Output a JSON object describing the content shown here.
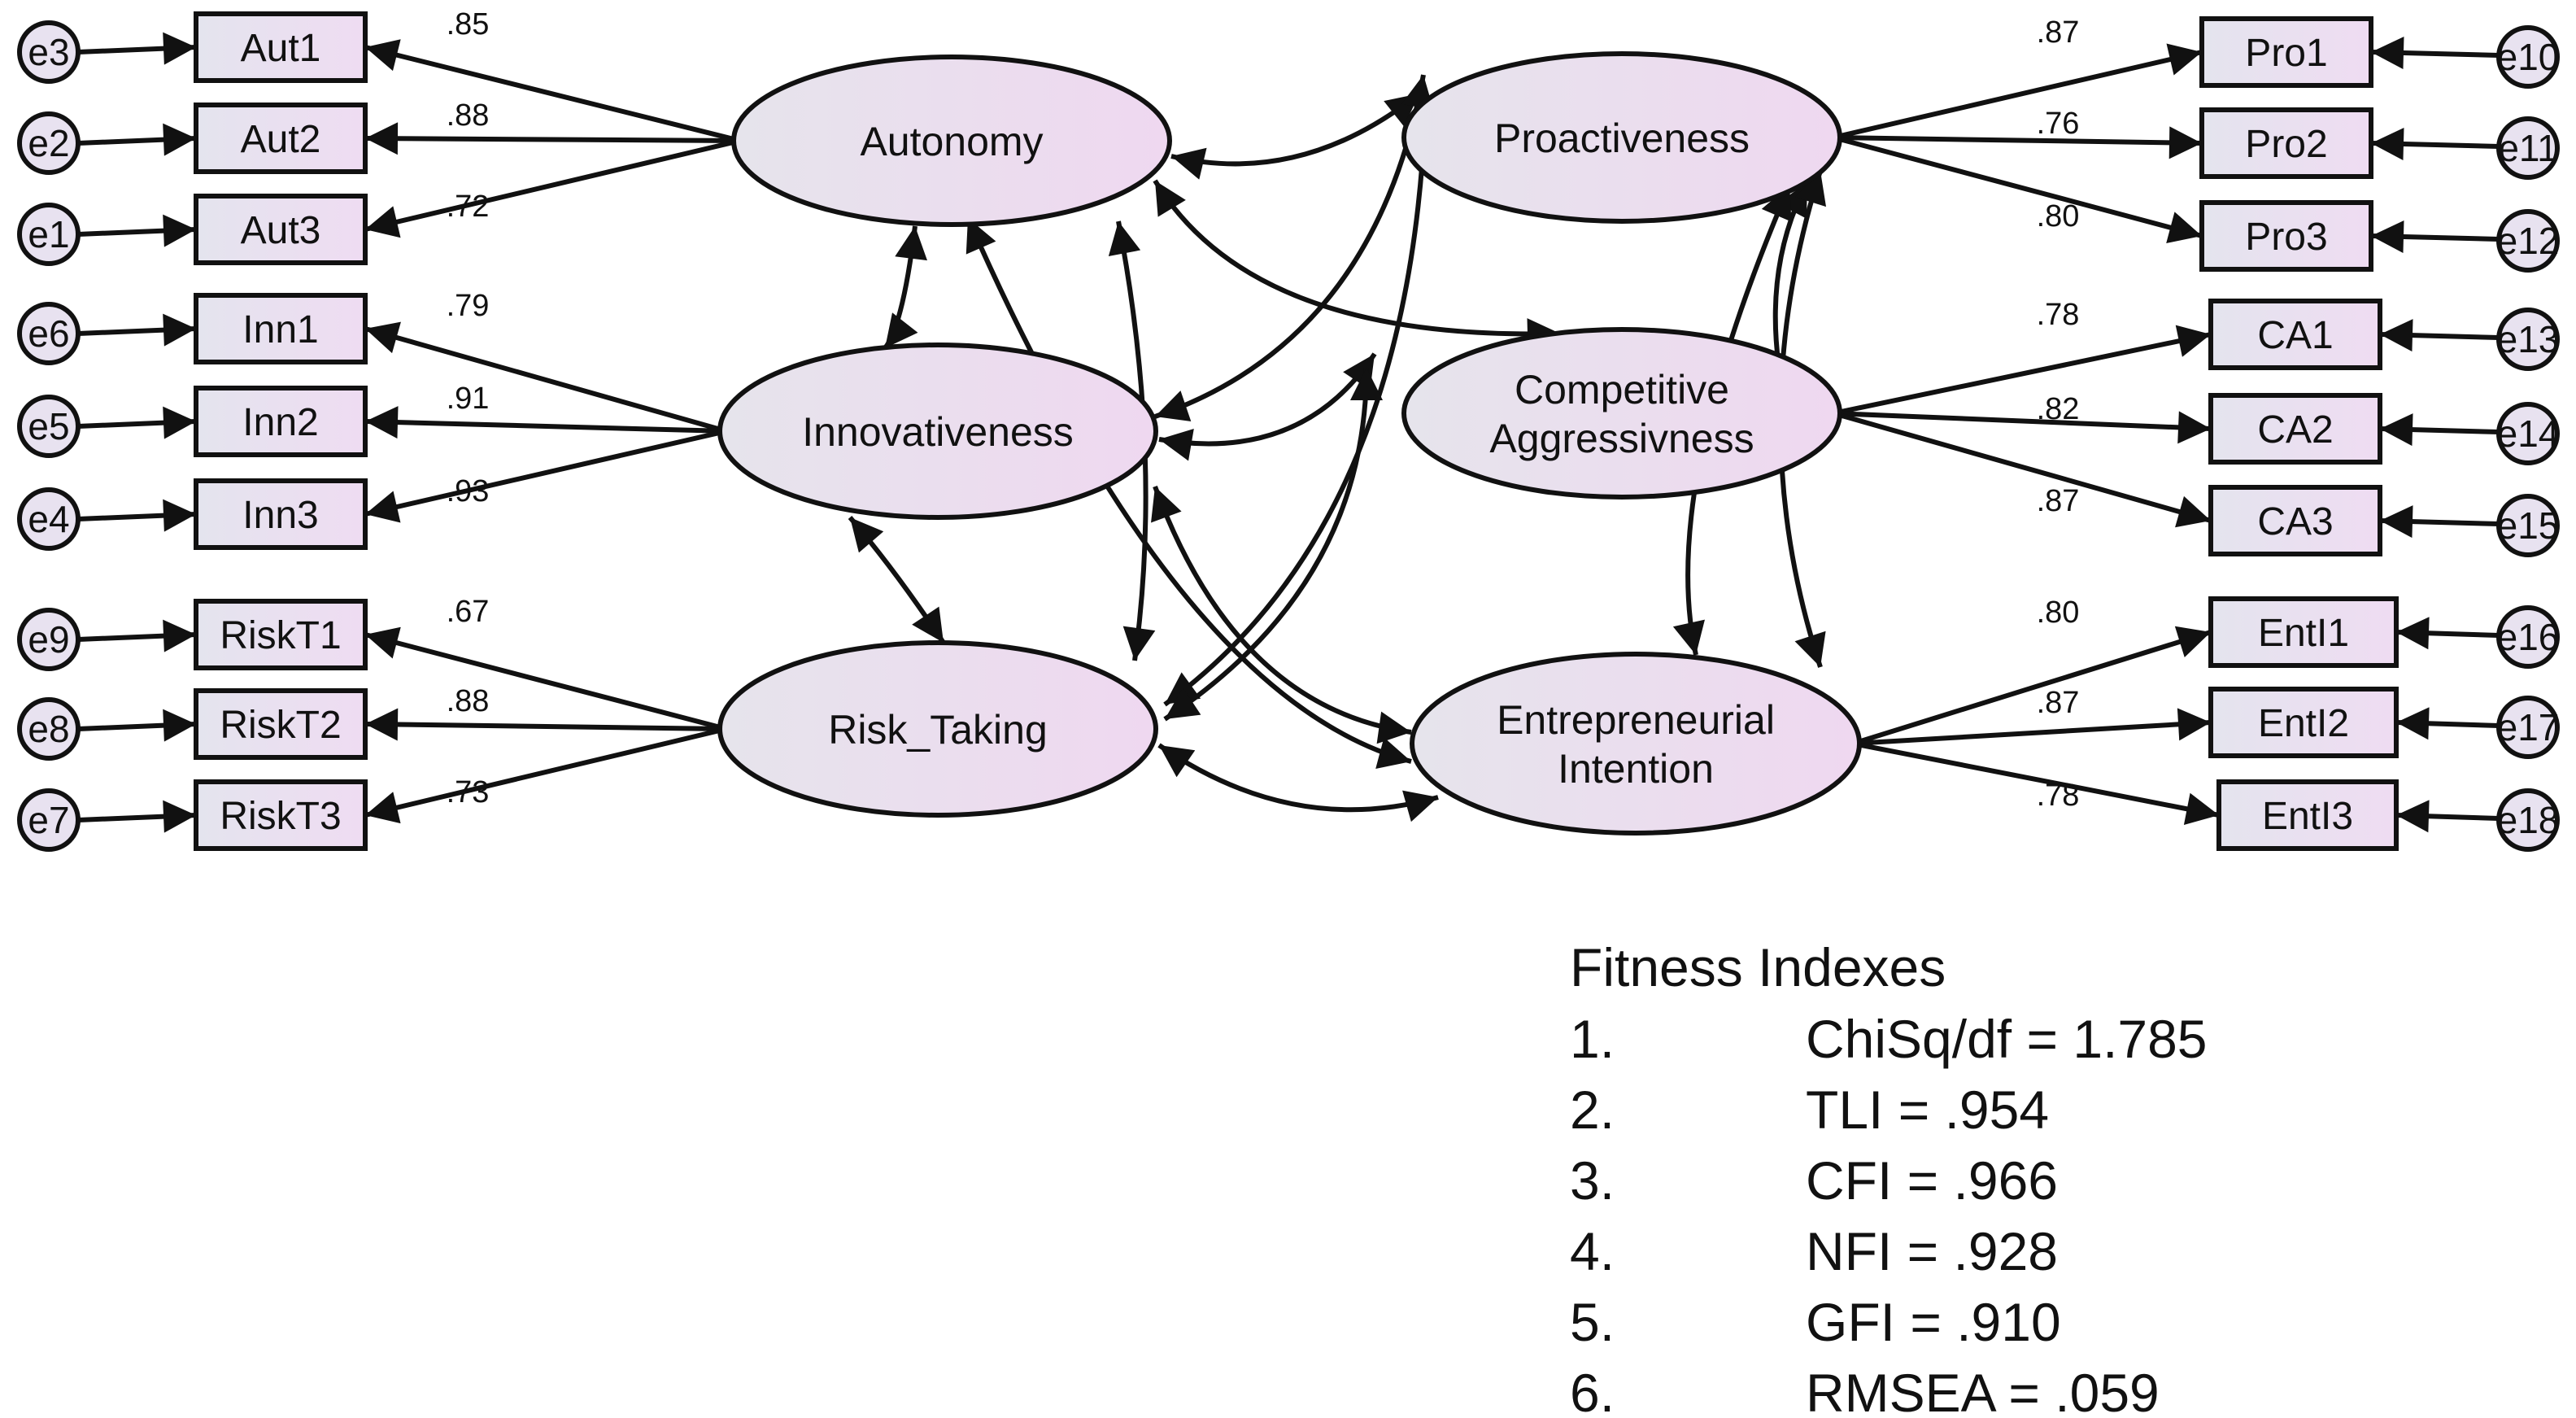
{
  "latents": [
    {
      "id": "aut",
      "label": [
        "Autonomy"
      ]
    },
    {
      "id": "inn",
      "label": [
        "Innovativeness"
      ]
    },
    {
      "id": "risk",
      "label": [
        "Risk_Taking"
      ]
    },
    {
      "id": "pro",
      "label": [
        "Proactiveness"
      ]
    },
    {
      "id": "ca",
      "label": [
        "Competitive",
        "Aggressivness"
      ]
    },
    {
      "id": "ei",
      "label": [
        "Entrepreneurial",
        "Intention"
      ]
    }
  ],
  "indicators": [
    {
      "label": "Aut1",
      "error": "e3",
      "loading": ".85",
      "latent": "aut"
    },
    {
      "label": "Aut2",
      "error": "e2",
      "loading": ".88",
      "latent": "aut"
    },
    {
      "label": "Aut3",
      "error": "e1",
      "loading": ".72",
      "latent": "aut"
    },
    {
      "label": "Inn1",
      "error": "e6",
      "loading": ".79",
      "latent": "inn"
    },
    {
      "label": "Inn2",
      "error": "e5",
      "loading": ".91",
      "latent": "inn"
    },
    {
      "label": "Inn3",
      "error": "e4",
      "loading": ".93",
      "latent": "inn"
    },
    {
      "label": "RiskT1",
      "error": "e9",
      "loading": ".67",
      "latent": "risk"
    },
    {
      "label": "RiskT2",
      "error": "e8",
      "loading": ".88",
      "latent": "risk"
    },
    {
      "label": "RiskT3",
      "error": "e7",
      "loading": ".73",
      "latent": "risk"
    },
    {
      "label": "Pro1",
      "error": "e10",
      "loading": ".87",
      "latent": "pro"
    },
    {
      "label": "Pro2",
      "error": "e11",
      "loading": ".76",
      "latent": "pro"
    },
    {
      "label": "Pro3",
      "error": "e12",
      "loading": ".80",
      "latent": "pro"
    },
    {
      "label": "CA1",
      "error": "e13",
      "loading": ".78",
      "latent": "ca"
    },
    {
      "label": "CA2",
      "error": "e14",
      "loading": ".82",
      "latent": "ca"
    },
    {
      "label": "CA3",
      "error": "e15",
      "loading": ".87",
      "latent": "ca"
    },
    {
      "label": "EntI1",
      "error": "e16",
      "loading": ".80",
      "latent": "ei"
    },
    {
      "label": "EntI2",
      "error": "e17",
      "loading": ".87",
      "latent": "ei"
    },
    {
      "label": "EntI3",
      "error": "e18",
      "loading": ".78",
      "latent": "ei"
    }
  ],
  "fitness": {
    "title": "Fitness Indexes",
    "items": [
      {
        "num": "1.",
        "text": "ChiSq/df = 1.785"
      },
      {
        "num": "2.",
        "text": "TLI = .954"
      },
      {
        "num": "3.",
        "text": "CFI = .966"
      },
      {
        "num": "4.",
        "text": "NFI = .928"
      },
      {
        "num": "5.",
        "text": "GFI = .910"
      },
      {
        "num": "6.",
        "text": "RMSEA = .059"
      }
    ]
  }
}
